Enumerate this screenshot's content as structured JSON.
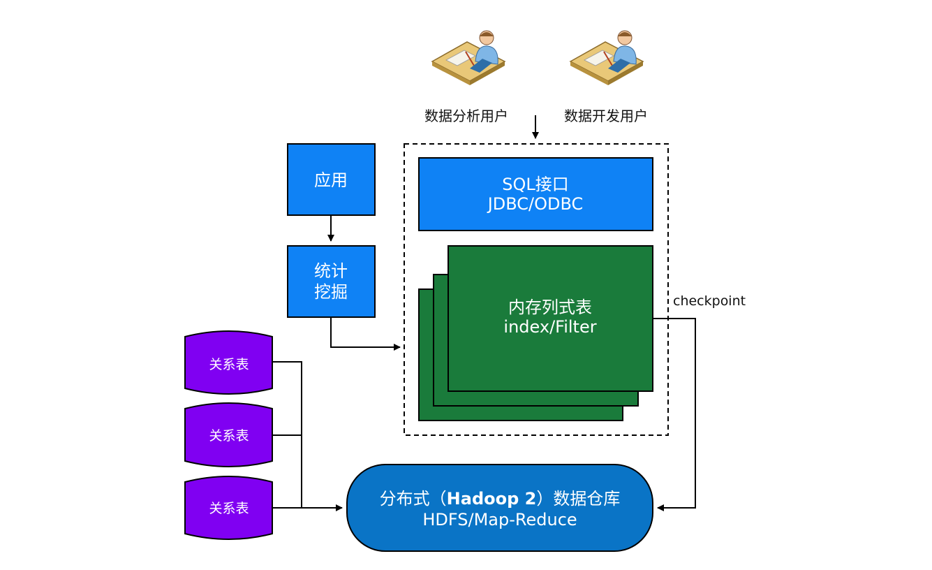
{
  "users": [
    {
      "label": "数据分析用户",
      "icon": "analyst-user-icon"
    },
    {
      "label": "数据开发用户",
      "icon": "developer-user-icon"
    }
  ],
  "apps": {
    "application": "应用",
    "stats_line1": "统计",
    "stats_line2": "挖掘"
  },
  "engine": {
    "sql_line1": "SQL接口",
    "sql_line2": "JDBC/ODBC",
    "memtable_line1": "内存列式表",
    "memtable_line2": "index/Filter"
  },
  "relational_tables": [
    "关系表",
    "关系表",
    "关系表"
  ],
  "warehouse": {
    "line1_prefix": "分布式（",
    "line1_bold": "Hadoop 2",
    "line1_suffix": "）数据仓库",
    "line2": "HDFS/Map-Reduce"
  },
  "checkpoint_label": "checkpoint",
  "colors": {
    "blue_box": "#0f82f5",
    "green_stack": "#1a7b3b",
    "purple_table": "#8000f2",
    "warehouse_blue": "#0a74c6"
  }
}
